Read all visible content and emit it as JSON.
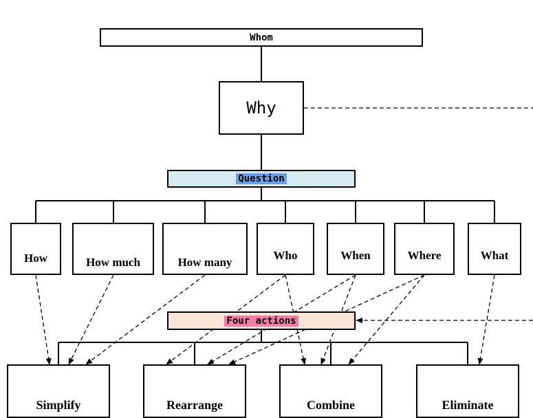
{
  "top": {
    "label": "Whom"
  },
  "why": {
    "label": "Why"
  },
  "question": {
    "label": "Question",
    "fill": "#d6ebf2",
    "highlight": "#6b9fe3"
  },
  "questions": [
    {
      "key": "how",
      "label": "How"
    },
    {
      "key": "how-much",
      "label": "How much"
    },
    {
      "key": "how-many",
      "label": "How many"
    },
    {
      "key": "who",
      "label": "Who"
    },
    {
      "key": "when",
      "label": "When"
    },
    {
      "key": "where",
      "label": "Where"
    },
    {
      "key": "what",
      "label": "What"
    }
  ],
  "four_actions": {
    "label": "Four actions",
    "fill": "#fbe4d6",
    "highlight": "#f27ea8"
  },
  "actions": [
    {
      "key": "simplify",
      "label": "Simplify"
    },
    {
      "key": "rearrange",
      "label": "Rearrange"
    },
    {
      "key": "combine",
      "label": "Combine"
    },
    {
      "key": "eliminate",
      "label": "Eliminate"
    }
  ]
}
